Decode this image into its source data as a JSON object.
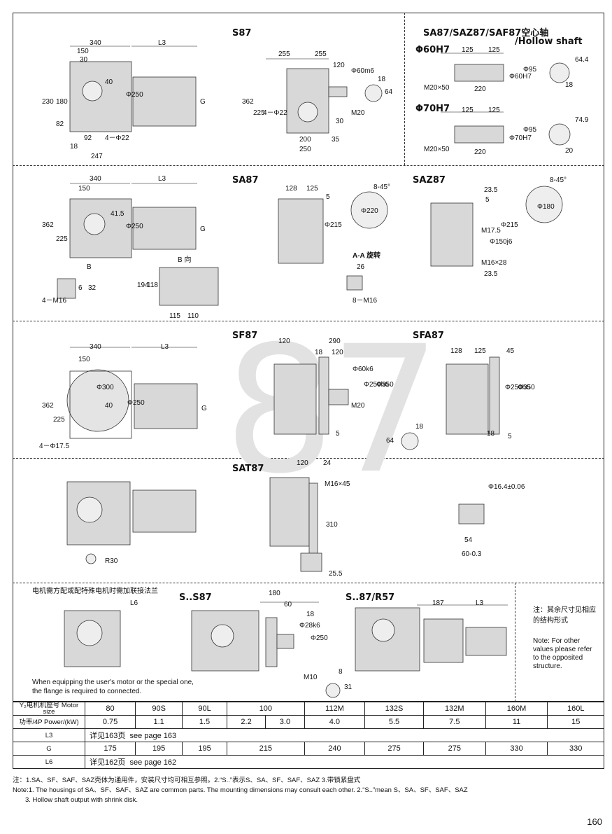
{
  "sections": {
    "s87": {
      "title": "S87",
      "dims": [
        "340",
        "L3",
        "150",
        "30",
        "40",
        "Φ250",
        "G",
        "230",
        "180",
        "82",
        "92",
        "18",
        "247",
        "4－Φ22",
        "255",
        "255",
        "120",
        "Φ60m6",
        "18",
        "64",
        "362",
        "225",
        "4－Φ22",
        "M20",
        "30",
        "200",
        "35",
        "250"
      ]
    },
    "hollow": {
      "title": "SA87/SAZ87/SAF87空心轴",
      "subtitle": "/Hollow shaft",
      "d60": {
        "label": "Φ60H7",
        "dims": [
          "125",
          "125",
          "M20×50",
          "220",
          "Φ60H7",
          "Φ95",
          "64.4",
          "18"
        ]
      },
      "d70": {
        "label": "Φ70H7",
        "dims": [
          "125",
          "125",
          "M20×50",
          "220",
          "Φ70H7",
          "Φ95",
          "74.9",
          "20"
        ]
      }
    },
    "sa87": {
      "title": "SA87",
      "dims": [
        "340",
        "L3",
        "150",
        "41.5",
        "Φ250",
        "G",
        "362",
        "225",
        "B",
        "B 向",
        "194",
        "118",
        "115",
        "110",
        "4－M16",
        "6",
        "32",
        "128",
        "125",
        "5",
        "Φ215",
        "8-45°",
        "Φ220",
        "A-A 旋转",
        "26",
        "8－M16"
      ]
    },
    "saz87": {
      "title": "SAZ87",
      "dims": [
        "23.5",
        "5",
        "8-45°",
        "Φ180",
        "M17.5",
        "Φ150j6",
        "Φ215",
        "M16×28",
        "23.5"
      ]
    },
    "sf87": {
      "title": "SF87",
      "dims": [
        "340",
        "L3",
        "150",
        "Φ300",
        "40",
        "Φ250",
        "G",
        "362",
        "225",
        "4－Φ17.5",
        "120",
        "290",
        "18",
        "120",
        "Φ60k6",
        "Φ250h6",
        "Φ350",
        "M20",
        "5",
        "18",
        "64"
      ]
    },
    "sfa87": {
      "title": "SFA87",
      "dims": [
        "128",
        "125",
        "45",
        "Φ250h6",
        "Φ350",
        "18",
        "5"
      ]
    },
    "sat87": {
      "title": "SAT87",
      "dims": [
        "R30",
        "120",
        "24",
        "M16×45",
        "310",
        "25.5",
        "Φ16.4±0.06",
        "54",
        "60-0.3"
      ]
    },
    "motor_note": {
      "cn": "电机需方配或配特殊电机时需加联接法兰",
      "en": "When equipping the user's motor or the special one, the flange is required to connected.",
      "dims": [
        "L6"
      ]
    },
    "s_s87": {
      "title": "S..S87",
      "dims": [
        "180",
        "60",
        "18",
        "Φ28k6",
        "Φ250",
        "M10",
        "8",
        "31"
      ]
    },
    "s_r57": {
      "title": "S..87/R57",
      "dims": [
        "187",
        "L3"
      ]
    },
    "side_note": {
      "cn": "注：其余尺寸见相应的结构形式",
      "en": "Note: For other values please refer to the opposited structure."
    },
    "watermark": "87"
  },
  "table": {
    "rows": [
      {
        "header": "Y₂电机机座号 Motor size",
        "cells": [
          "80",
          "90S",
          "90L",
          "100",
          "112M",
          "132S",
          "132M",
          "160M",
          "160L"
        ]
      },
      {
        "header": "功率/4P Power/(kW)",
        "cells": [
          "0.75",
          "1.1",
          "1.5",
          "2.2",
          "3.0",
          "4.0",
          "5.5",
          "7.5",
          "11",
          "15"
        ]
      },
      {
        "header": "L3",
        "cells": [
          "详见163页",
          "see page 163"
        ]
      },
      {
        "header": "G",
        "cells": [
          "175",
          "195",
          "195",
          "215",
          "240",
          "275",
          "275",
          "330",
          "330"
        ]
      },
      {
        "header": "L6",
        "cells": [
          "详见162页",
          "see page 162"
        ]
      }
    ]
  },
  "notes": {
    "cn": "注：1.SA、SF、SAF、SAZ壳体为通用件，安装尺寸均可相互参照。2.“S..”表示S、SA、SF、SAF、SAZ 3.带锁紧盘式",
    "en1": "Note:1. The housings of SA、SF、SAF、SAZ are common parts. The mounting dimensions may consult each other. 2.“S..”mean S、SA、SF、SAF、SAZ",
    "en2": "3. Hollow shaft output with shrink disk."
  },
  "page_number": "160"
}
